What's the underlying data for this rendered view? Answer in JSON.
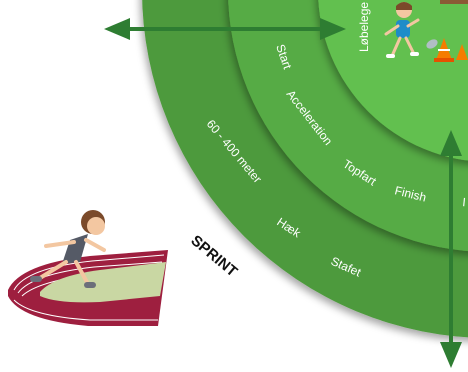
{
  "colors": {
    "ring_outer": "#4e9a3c",
    "ring_middle": "#57ab45",
    "ring_inner": "#62c04f",
    "arrow": "#2e7d32",
    "label": "#ffffff",
    "sprint_label": "#111111",
    "track_red": "#9e1f3f",
    "track_field": "#c9d7a3"
  },
  "outer_ring_labels": {
    "distance": "60 - 400 meter",
    "hurdles": "Hæk",
    "relay": "Stafet"
  },
  "middle_ring_labels": {
    "start": "Start",
    "acceleration": "Acceleration",
    "top_speed": "Topfart",
    "finish": "Finish",
    "partial": "I"
  },
  "inner_ring_labels": {
    "running_games": "Løbelege"
  },
  "sprint_label": "SPRINT",
  "icons": {
    "horizontal_arrow": "double-arrow-horizontal",
    "vertical_arrow": "double-arrow-vertical",
    "sprinter": "girl-sprinter-on-track",
    "kid": "running-child",
    "cone": "traffic-cone"
  }
}
